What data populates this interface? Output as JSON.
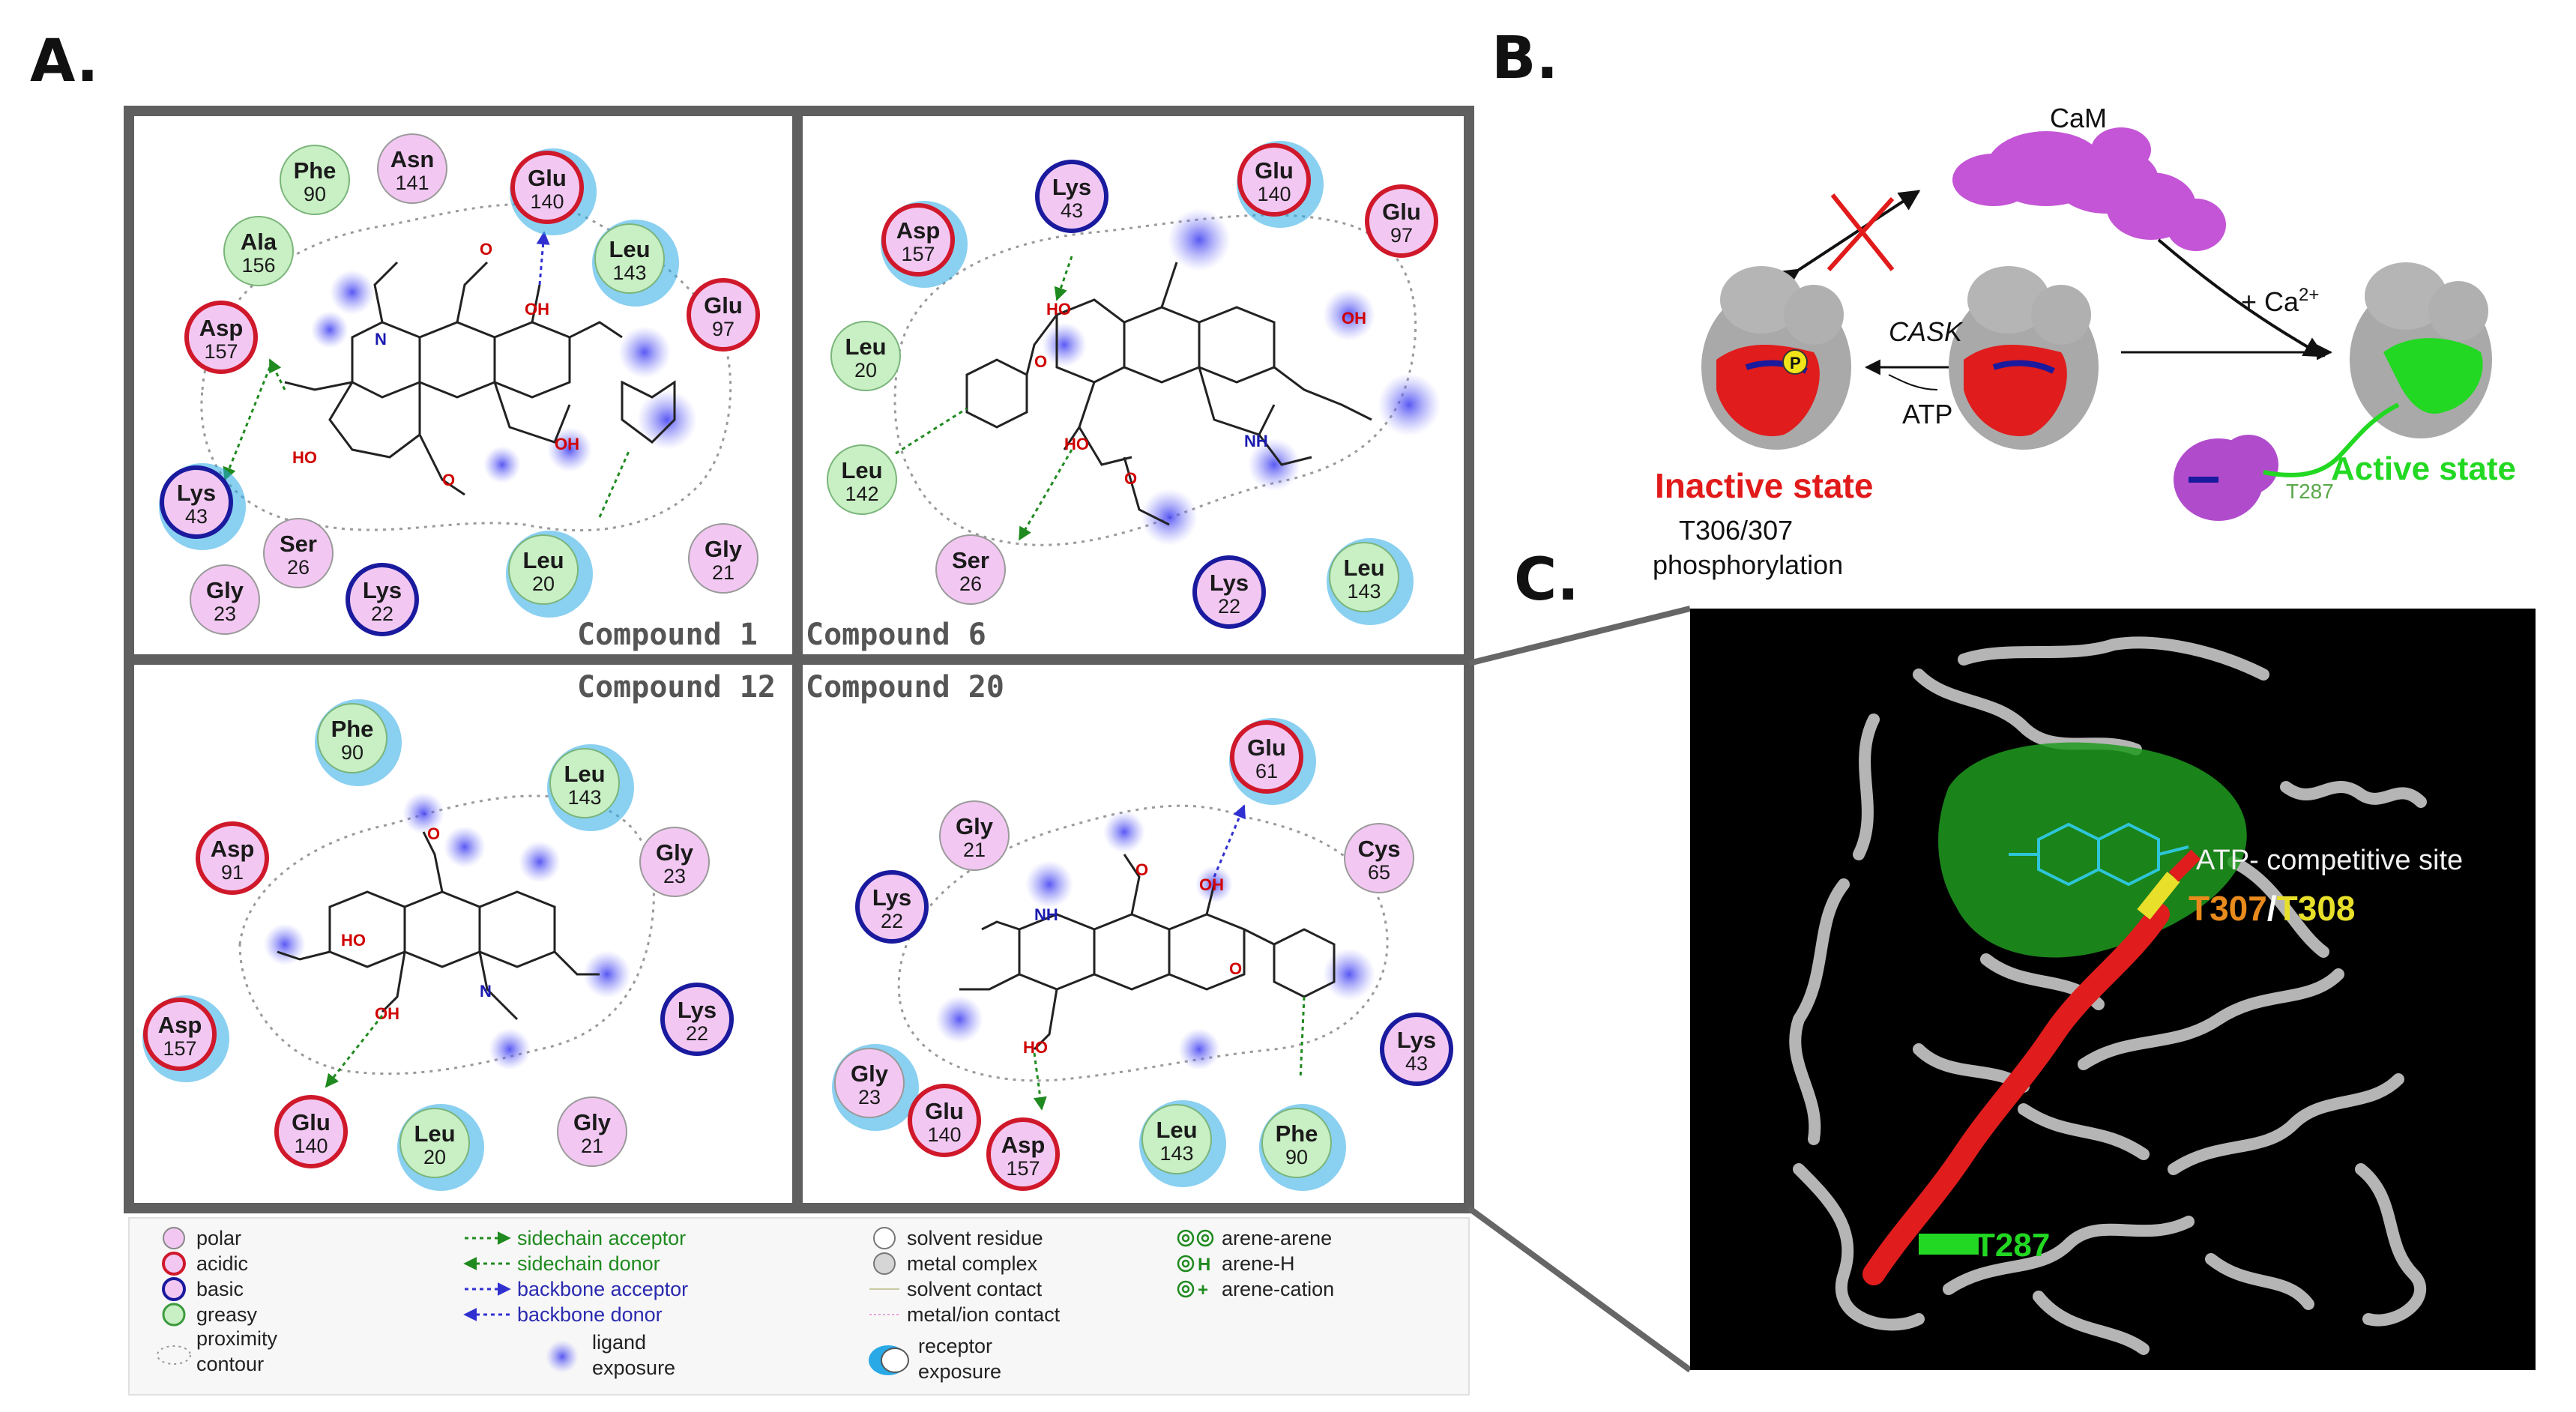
{
  "panels": {
    "a": "A.",
    "b": "B.",
    "c": "C."
  },
  "compounds": {
    "c1": "Compound 1",
    "c6": "Compound 6",
    "c12": "Compound 12",
    "c20": "Compound 20"
  },
  "residues": {
    "c1": [
      {
        "name": "Phe",
        "num": "90",
        "type": "greasy"
      },
      {
        "name": "Asn",
        "num": "141",
        "type": "polar"
      },
      {
        "name": "Glu",
        "num": "140",
        "type": "acidic"
      },
      {
        "name": "Ala",
        "num": "156",
        "type": "greasy"
      },
      {
        "name": "Leu",
        "num": "143",
        "type": "greasy"
      },
      {
        "name": "Glu",
        "num": "97",
        "type": "acidic"
      },
      {
        "name": "Asp",
        "num": "157",
        "type": "acidic"
      },
      {
        "name": "Lys",
        "num": "43",
        "type": "basic"
      },
      {
        "name": "Ser",
        "num": "26",
        "type": "polar"
      },
      {
        "name": "Gly",
        "num": "23",
        "type": "polar"
      },
      {
        "name": "Lys",
        "num": "22",
        "type": "basic"
      },
      {
        "name": "Leu",
        "num": "20",
        "type": "greasy"
      },
      {
        "name": "Gly",
        "num": "21",
        "type": "polar"
      }
    ],
    "c6": [
      {
        "name": "Asp",
        "num": "157",
        "type": "acidic"
      },
      {
        "name": "Lys",
        "num": "43",
        "type": "basic"
      },
      {
        "name": "Glu",
        "num": "140",
        "type": "acidic"
      },
      {
        "name": "Glu",
        "num": "97",
        "type": "acidic"
      },
      {
        "name": "Leu",
        "num": "20",
        "type": "greasy"
      },
      {
        "name": "Leu",
        "num": "142",
        "type": "greasy"
      },
      {
        "name": "Ser",
        "num": "26",
        "type": "polar"
      },
      {
        "name": "Lys",
        "num": "22",
        "type": "basic"
      },
      {
        "name": "Leu",
        "num": "143",
        "type": "greasy"
      }
    ],
    "c12": [
      {
        "name": "Phe",
        "num": "90",
        "type": "greasy"
      },
      {
        "name": "Leu",
        "num": "143",
        "type": "greasy"
      },
      {
        "name": "Asp",
        "num": "91",
        "type": "acidic"
      },
      {
        "name": "Gly",
        "num": "23",
        "type": "polar"
      },
      {
        "name": "Asp",
        "num": "157",
        "type": "acidic"
      },
      {
        "name": "Lys",
        "num": "22",
        "type": "basic"
      },
      {
        "name": "Glu",
        "num": "140",
        "type": "acidic"
      },
      {
        "name": "Leu",
        "num": "20",
        "type": "greasy"
      },
      {
        "name": "Gly",
        "num": "21",
        "type": "polar"
      }
    ],
    "c20": [
      {
        "name": "Glu",
        "num": "61",
        "type": "acidic"
      },
      {
        "name": "Gly",
        "num": "21",
        "type": "polar"
      },
      {
        "name": "Cys",
        "num": "65",
        "type": "polar"
      },
      {
        "name": "Lys",
        "num": "22",
        "type": "basic"
      },
      {
        "name": "Lys",
        "num": "43",
        "type": "basic"
      },
      {
        "name": "Gly",
        "num": "23",
        "type": "polar"
      },
      {
        "name": "Glu",
        "num": "140",
        "type": "acidic"
      },
      {
        "name": "Asp",
        "num": "157",
        "type": "acidic"
      },
      {
        "name": "Leu",
        "num": "143",
        "type": "greasy"
      },
      {
        "name": "Phe",
        "num": "90",
        "type": "greasy"
      }
    ]
  },
  "legend": {
    "polar": "polar",
    "acidic": "acidic",
    "basic": "basic",
    "greasy": "greasy",
    "proximity": "proximity",
    "contour": "contour",
    "sc_acceptor": "sidechain acceptor",
    "sc_donor": "sidechain donor",
    "bb_acceptor": "backbone acceptor",
    "bb_donor": "backbone donor",
    "ligand": "ligand",
    "exposure1": "exposure",
    "solvent_residue": "solvent residue",
    "metal_complex": "metal complex",
    "solvent_contact": "solvent contact",
    "metal_contact": "metal/ion contact",
    "receptor": "receptor",
    "exposure2": "exposure",
    "arene_arene": "arene-arene",
    "arene_h": "arene-H",
    "arene_cation": "arene-cation"
  },
  "panel_b": {
    "cam": "CaM",
    "ca_plus": "+ Ca",
    "ca_sup": "2+",
    "cask": "CASK",
    "atp": "ATP",
    "p": "P",
    "inactive": "Inactive state",
    "t306": "T306/307",
    "phos": "phosphorylation",
    "active": "Active state",
    "t287": "T287"
  },
  "panel_c": {
    "site": "ATP- competitive site",
    "t307": "T307",
    "slash": "/",
    "t308": "T308",
    "t287": "T287"
  },
  "colors": {
    "polar": "#f2c8f2",
    "acidic_ring": "#d0182b",
    "basic_ring": "#1a1a9e",
    "greasy": "#c9efc4",
    "exposure_blue": "#29a9e6",
    "inactive_red": "#e11a1a",
    "active_green": "#22d822",
    "cam_purple": "#c455d6",
    "t307_orange": "#e98a1c",
    "t308_yellow": "#e8df2a"
  }
}
